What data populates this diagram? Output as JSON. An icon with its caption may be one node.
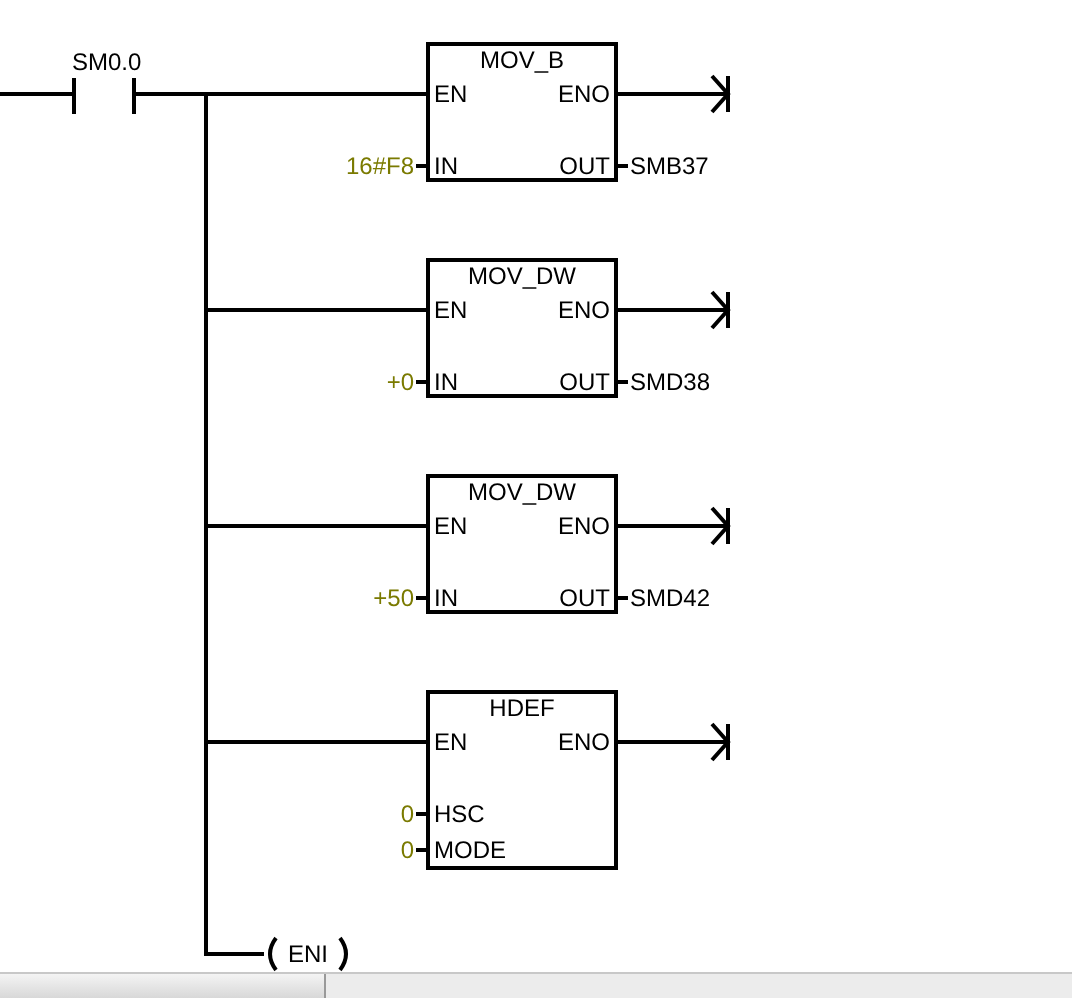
{
  "diagram": {
    "nodes": [
      {
        "text": [
          "SM0.0"
        ]
      },
      {
        "text": [
          "MOV_B",
          "EN",
          "ENO",
          "IN",
          "OUT"
        ],
        "beside": [
          "16#F8",
          "SMB37"
        ]
      },
      {
        "text": [
          "MOV_DW",
          "EN",
          "ENO",
          "IN",
          "OUT"
        ],
        "beside": [
          "+0",
          "SMD38"
        ]
      },
      {
        "text": [
          "MOV_DW",
          "EN",
          "ENO",
          "IN",
          "OUT"
        ],
        "beside": [
          "+50",
          "SMD42"
        ]
      },
      {
        "text": [
          "HDEF",
          "EN",
          "ENO",
          "HSC",
          "MODE"
        ],
        "beside": [
          "0",
          "0"
        ]
      },
      {
        "text": [
          "ENI"
        ]
      }
    ],
    "edges": [
      {
        "from": null,
        "to": 0,
        "arrow": "none"
      },
      {
        "from": 0,
        "to": 1,
        "arrow": "none"
      },
      {
        "from": 0,
        "to": 2,
        "arrow": "none"
      },
      {
        "from": 0,
        "to": 3,
        "arrow": "none"
      },
      {
        "from": 0,
        "to": 4,
        "arrow": "none"
      },
      {
        "from": 0,
        "to": 5,
        "arrow": "none"
      },
      {
        "from": 1,
        "to": null,
        "arrow": "to"
      },
      {
        "from": 2,
        "to": null,
        "arrow": "to"
      },
      {
        "from": 3,
        "to": null,
        "arrow": "to"
      },
      {
        "from": 4,
        "to": null,
        "arrow": "to"
      }
    ]
  }
}
